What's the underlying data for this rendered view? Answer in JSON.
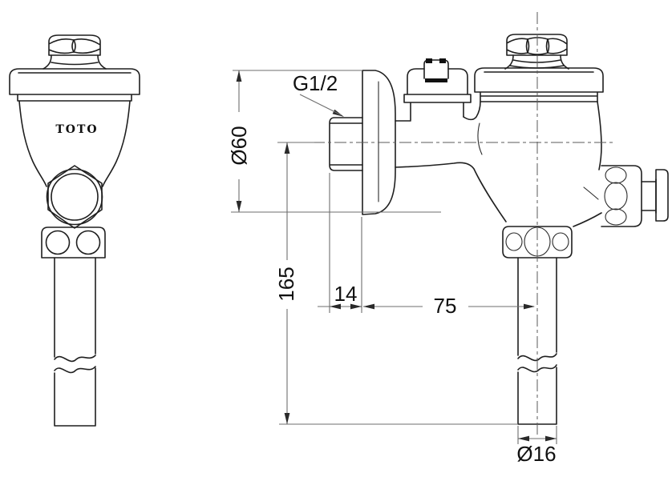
{
  "drawing": {
    "brand": "TOTO",
    "dimensions": {
      "thread": "G1/2",
      "flange_diameter": "Ø60",
      "height": "165",
      "thread_length": "14",
      "wall_to_pipe": "75",
      "pipe_diameter": "Ø16"
    },
    "colors": {
      "object_line": "#1f1f1f",
      "dimension_line": "#6e6e6e",
      "background": "#ffffff"
    }
  }
}
